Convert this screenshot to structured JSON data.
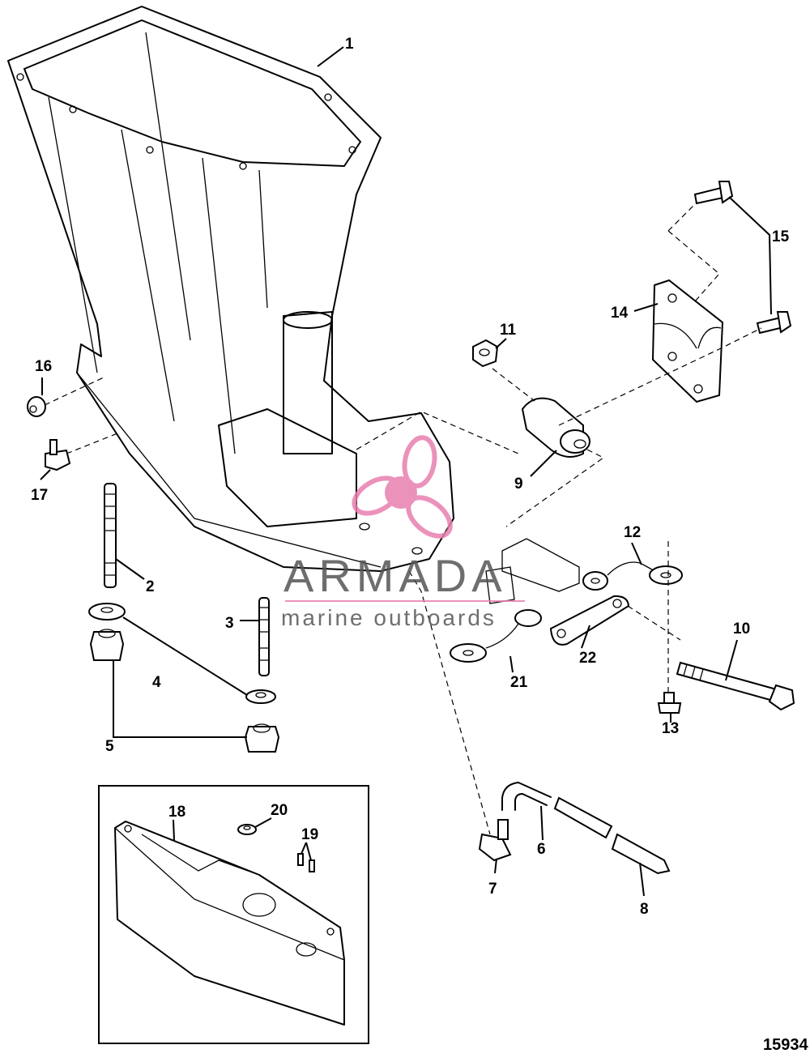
{
  "figure_number": "15934",
  "watermark": {
    "brand": "ARMADA",
    "tagline": "marine outboards",
    "color": "#e87fb0"
  },
  "callouts": [
    "1",
    "2",
    "3",
    "4",
    "5",
    "6",
    "7",
    "8",
    "9",
    "10",
    "11",
    "12",
    "13",
    "14",
    "15",
    "16",
    "17",
    "18",
    "19",
    "20",
    "21",
    "22"
  ]
}
